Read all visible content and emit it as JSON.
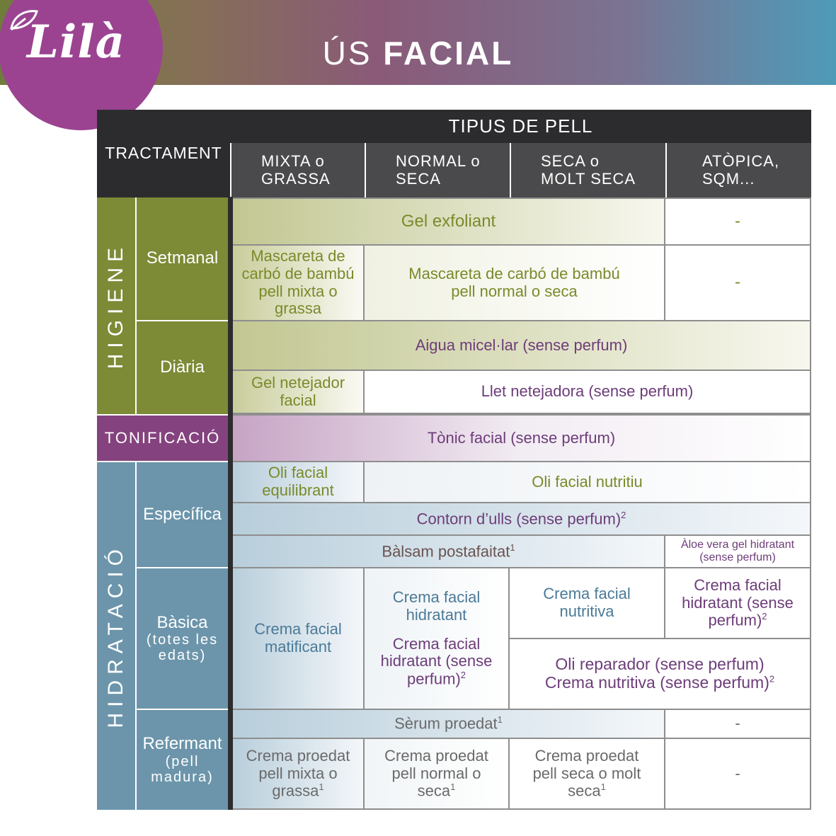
{
  "brand": {
    "logo_text": "Lilà"
  },
  "page": {
    "title_light": "ÚS",
    "title_bold": "FACIAL"
  },
  "header": {
    "treatment": "TRACTAMENT",
    "skin_types": "TIPUS DE PELL",
    "col1": [
      "MIXTA o",
      "GRASSA"
    ],
    "col2": [
      "NORMAL o",
      "SECA"
    ],
    "col3": [
      "SECA o",
      "MOLT SECA"
    ],
    "col4": [
      "ATÒPICA,",
      "SQM..."
    ]
  },
  "sections": {
    "hygiene": "HIGIENE",
    "toning": "TONIFICACIÓ",
    "hydration": "HIDRATACIÓ"
  },
  "subsections": {
    "weekly": "Setmanal",
    "daily": "Diària",
    "specific": "Específica",
    "basic": "Bàsica",
    "basic_note": [
      "(totes les",
      "edats)"
    ],
    "firming": "Refermant",
    "firming_note": [
      "(pell",
      "madura)"
    ]
  },
  "cells": {
    "gel_exfoliant": "Gel exfoliant",
    "dash": "-",
    "mask_mixed": [
      "Mascareta de",
      "carbó de bambú",
      "pell mixta o",
      "grassa"
    ],
    "mask_normal": [
      "Mascareta de carbó de bambú",
      "pell normal o seca"
    ],
    "micellar": "Aigua micel·lar (sense perfum)",
    "gel_cleanser": [
      "Gel netejador",
      "facial"
    ],
    "cleansing_milk": "Llet netejadora (sense perfum)",
    "toner": "Tònic facial (sense perfum)",
    "oil_balancing": [
      "Oli facial",
      "equilibrant"
    ],
    "oil_nourishing": "Oli facial nutritiu",
    "eye_contour": "Contorn d’ulls (sense perfum)",
    "aftershave": "Bàlsam postafaitat",
    "aloe": [
      "Àloe vera gel hidratant",
      "(sense perfum)"
    ],
    "cream_matte": [
      "Crema facial",
      "matificant"
    ],
    "cream_hydrating": [
      "Crema facial",
      "hidratant"
    ],
    "cream_hydrating_nf": [
      "Crema facial",
      "hidratant (sense",
      "perfum)"
    ],
    "cream_nourishing": [
      "Crema facial",
      "nutritiva"
    ],
    "cream_hydrating_nf2": [
      "Crema facial",
      "hidratant (sense",
      "perfum)"
    ],
    "repair_oil": "Oli reparador (sense perfum)",
    "nourishing_cream_nf": "Crema nutritiva (sense perfum)",
    "serum": "Sèrum proedat",
    "ageing_mixed": [
      "Crema proedat",
      "pell mixta o",
      "grassa"
    ],
    "ageing_normal": [
      "Crema proedat",
      "pell normal o",
      "seca"
    ],
    "ageing_dry": [
      "Crema proedat",
      "pell seca o molt",
      "seca"
    ]
  },
  "footnotes": {
    "one": "1",
    "two": "2"
  }
}
